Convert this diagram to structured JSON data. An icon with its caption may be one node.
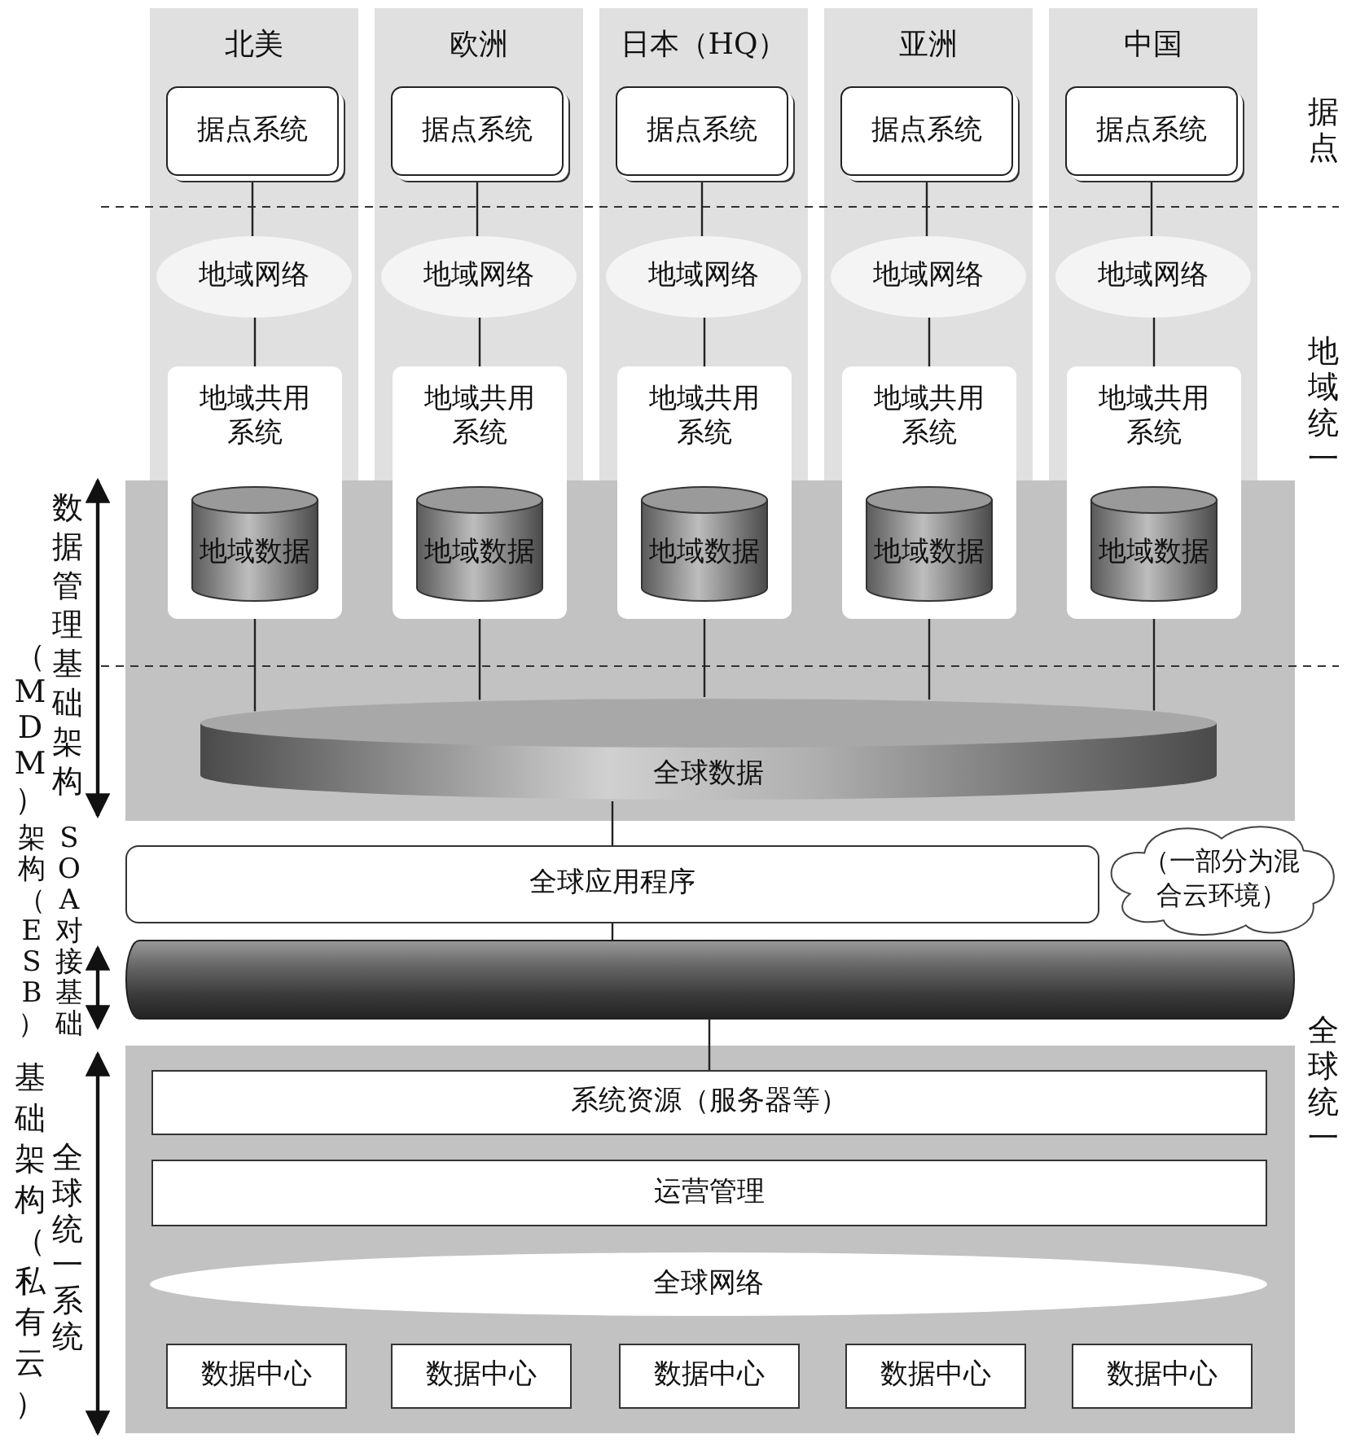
{
  "diagram": {
    "nodes": [
      {
        "text": [
          "北美"
        ]
      },
      {
        "text": [
          "据点系统"
        ],
        "in": 0
      },
      {
        "text": [
          "地域网络"
        ],
        "in": 0
      },
      {
        "text": [
          "地域共用系统"
        ]
      },
      {
        "text": [
          "地域数据"
        ],
        "in": 3
      },
      {
        "text": [
          "欧洲"
        ]
      },
      {
        "text": [
          "据点系统"
        ],
        "in": 5
      },
      {
        "text": [
          "地域网络"
        ],
        "in": 5
      },
      {
        "text": [
          "地域共用系统"
        ]
      },
      {
        "text": [
          "地域数据"
        ],
        "in": 8
      },
      {
        "text": [
          "日本（HQ）"
        ]
      },
      {
        "text": [
          "据点系统"
        ],
        "in": 10
      },
      {
        "text": [
          "地域网络"
        ],
        "in": 10
      },
      {
        "text": [
          "地域共用系统"
        ]
      },
      {
        "text": [
          "地域数据"
        ],
        "in": 13
      },
      {
        "text": [
          "亚洲"
        ]
      },
      {
        "text": [
          "据点系统"
        ],
        "in": 15
      },
      {
        "text": [
          "地域网络"
        ],
        "in": 15
      },
      {
        "text": [
          "地域共用系统"
        ]
      },
      {
        "text": [
          "地域数据"
        ],
        "in": 18
      },
      {
        "text": [
          "中国"
        ]
      },
      {
        "text": [
          "据点系统"
        ],
        "in": 20
      },
      {
        "text": [
          "地域网络"
        ],
        "in": 20
      },
      {
        "text": [
          "地域共用系统"
        ]
      },
      {
        "text": [
          "地域数据"
        ],
        "in": 23
      },
      {
        "text": [
          "全球数据"
        ]
      },
      {
        "text": [
          "全球应用程序"
        ]
      },
      {
        "text": [
          "（一部分为混合云环境）"
        ]
      },
      {
        "text": [],
        "shape": "cylinder"
      },
      {
        "text": [
          "系统资源（服务器等）"
        ]
      },
      {
        "text": [
          "运营管理"
        ]
      },
      {
        "text": [
          "全球网络"
        ]
      },
      {
        "text": [
          "数据中心"
        ]
      },
      {
        "text": [
          "数据中心"
        ]
      },
      {
        "text": [
          "数据中心"
        ]
      },
      {
        "text": [
          "数据中心"
        ]
      },
      {
        "text": [
          "数据中心"
        ]
      }
    ],
    "edges": [
      {
        "from": 1,
        "to": 2,
        "arrow": "none"
      },
      {
        "from": 2,
        "to": 3,
        "arrow": "none"
      },
      {
        "from": 3,
        "to": 25,
        "arrow": "none"
      },
      {
        "from": 6,
        "to": 7,
        "arrow": "none"
      },
      {
        "from": 7,
        "to": 8,
        "arrow": "none"
      },
      {
        "from": 8,
        "to": 25,
        "arrow": "none"
      },
      {
        "from": 11,
        "to": 12,
        "arrow": "none"
      },
      {
        "from": 12,
        "to": 13,
        "arrow": "none"
      },
      {
        "from": 13,
        "to": 25,
        "arrow": "none"
      },
      {
        "from": 16,
        "to": 17,
        "arrow": "none"
      },
      {
        "from": 17,
        "to": 18,
        "arrow": "none"
      },
      {
        "from": 18,
        "to": 25,
        "arrow": "none"
      },
      {
        "from": 21,
        "to": 22,
        "arrow": "none"
      },
      {
        "from": 22,
        "to": 23,
        "arrow": "none"
      },
      {
        "from": 23,
        "to": 25,
        "arrow": "none"
      },
      {
        "from": 25,
        "to": 26,
        "arrow": "none"
      },
      {
        "from": 26,
        "to": 28,
        "arrow": "none"
      },
      {
        "from": 28,
        "to": 29,
        "arrow": "none"
      }
    ],
    "labels": [
      "据点",
      "地域统一",
      "数据管理基础架构",
      "（MDM）",
      "SOA对接基础",
      "架构（ESB）",
      "全球统一",
      "全球统一系统",
      "基础架构（私有云）"
    ]
  }
}
